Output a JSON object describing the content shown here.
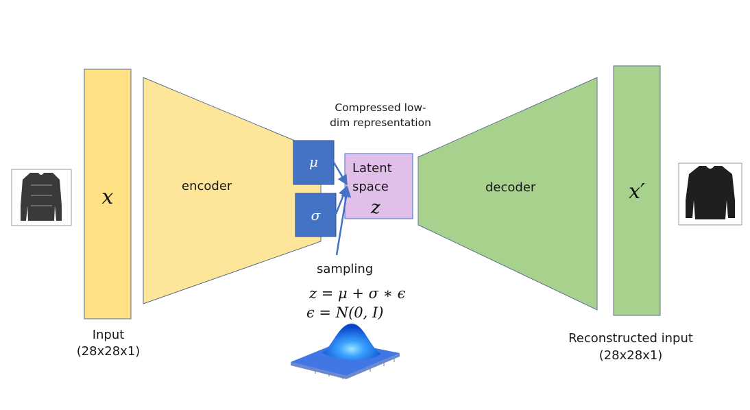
{
  "colors": {
    "input_bar": "#ffe082",
    "encoder": "#fde59a",
    "decoder": "#a9d18e",
    "output_bar": "#a9d18e",
    "latent_box": "#e0bfe9",
    "param_box": "#4472c4",
    "arrow": "#4472c4"
  },
  "input": {
    "symbol": "x",
    "label_line1": "Input",
    "label_line2": "(28x28x1)"
  },
  "encoder": {
    "label": "encoder"
  },
  "params": {
    "mu": "μ",
    "sigma": "σ"
  },
  "latent": {
    "line1": "Latent",
    "line2": "space",
    "symbol": "z"
  },
  "caption": {
    "line1": "Compressed low-",
    "line2": "dim representation"
  },
  "decoder": {
    "label": "decoder"
  },
  "output": {
    "symbol": "x′",
    "label_line1": "Reconstructed input",
    "label_line2": "(28x28x1)"
  },
  "sampling": {
    "label": "sampling",
    "eq1": "z =  μ + σ ∗ ϵ",
    "eq2": "ϵ = N(0, I)"
  },
  "icons": [
    "input-sweater-image",
    "output-sweater-image",
    "gaussian-surface-plot"
  ]
}
